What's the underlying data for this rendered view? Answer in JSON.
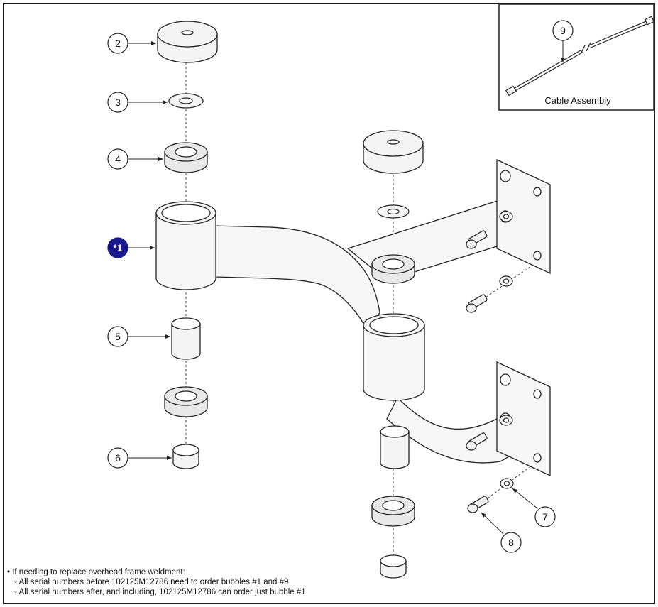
{
  "callouts": [
    {
      "id": "2",
      "label": "2"
    },
    {
      "id": "3",
      "label": "3"
    },
    {
      "id": "4",
      "label": "4"
    },
    {
      "id": "1",
      "label": "*1",
      "highlight": true
    },
    {
      "id": "5",
      "label": "5"
    },
    {
      "id": "6",
      "label": "6"
    },
    {
      "id": "7",
      "label": "7"
    },
    {
      "id": "8",
      "label": "8"
    },
    {
      "id": "9",
      "label": "9"
    }
  ],
  "inset": {
    "caption": "Cable Assembly"
  },
  "notes": {
    "main": "• If needing to replace overhead frame weldment:",
    "items": [
      "◦ All serial numbers before 102125M12786 need to order bubbles #1 and #9",
      "◦ All serial numbers after, and including, 102125M12786 can order just bubble #1"
    ]
  },
  "colors": {
    "highlight_bubble": "#1a1a8c",
    "line": "#222222",
    "part_fill": "#f4f4f4"
  }
}
